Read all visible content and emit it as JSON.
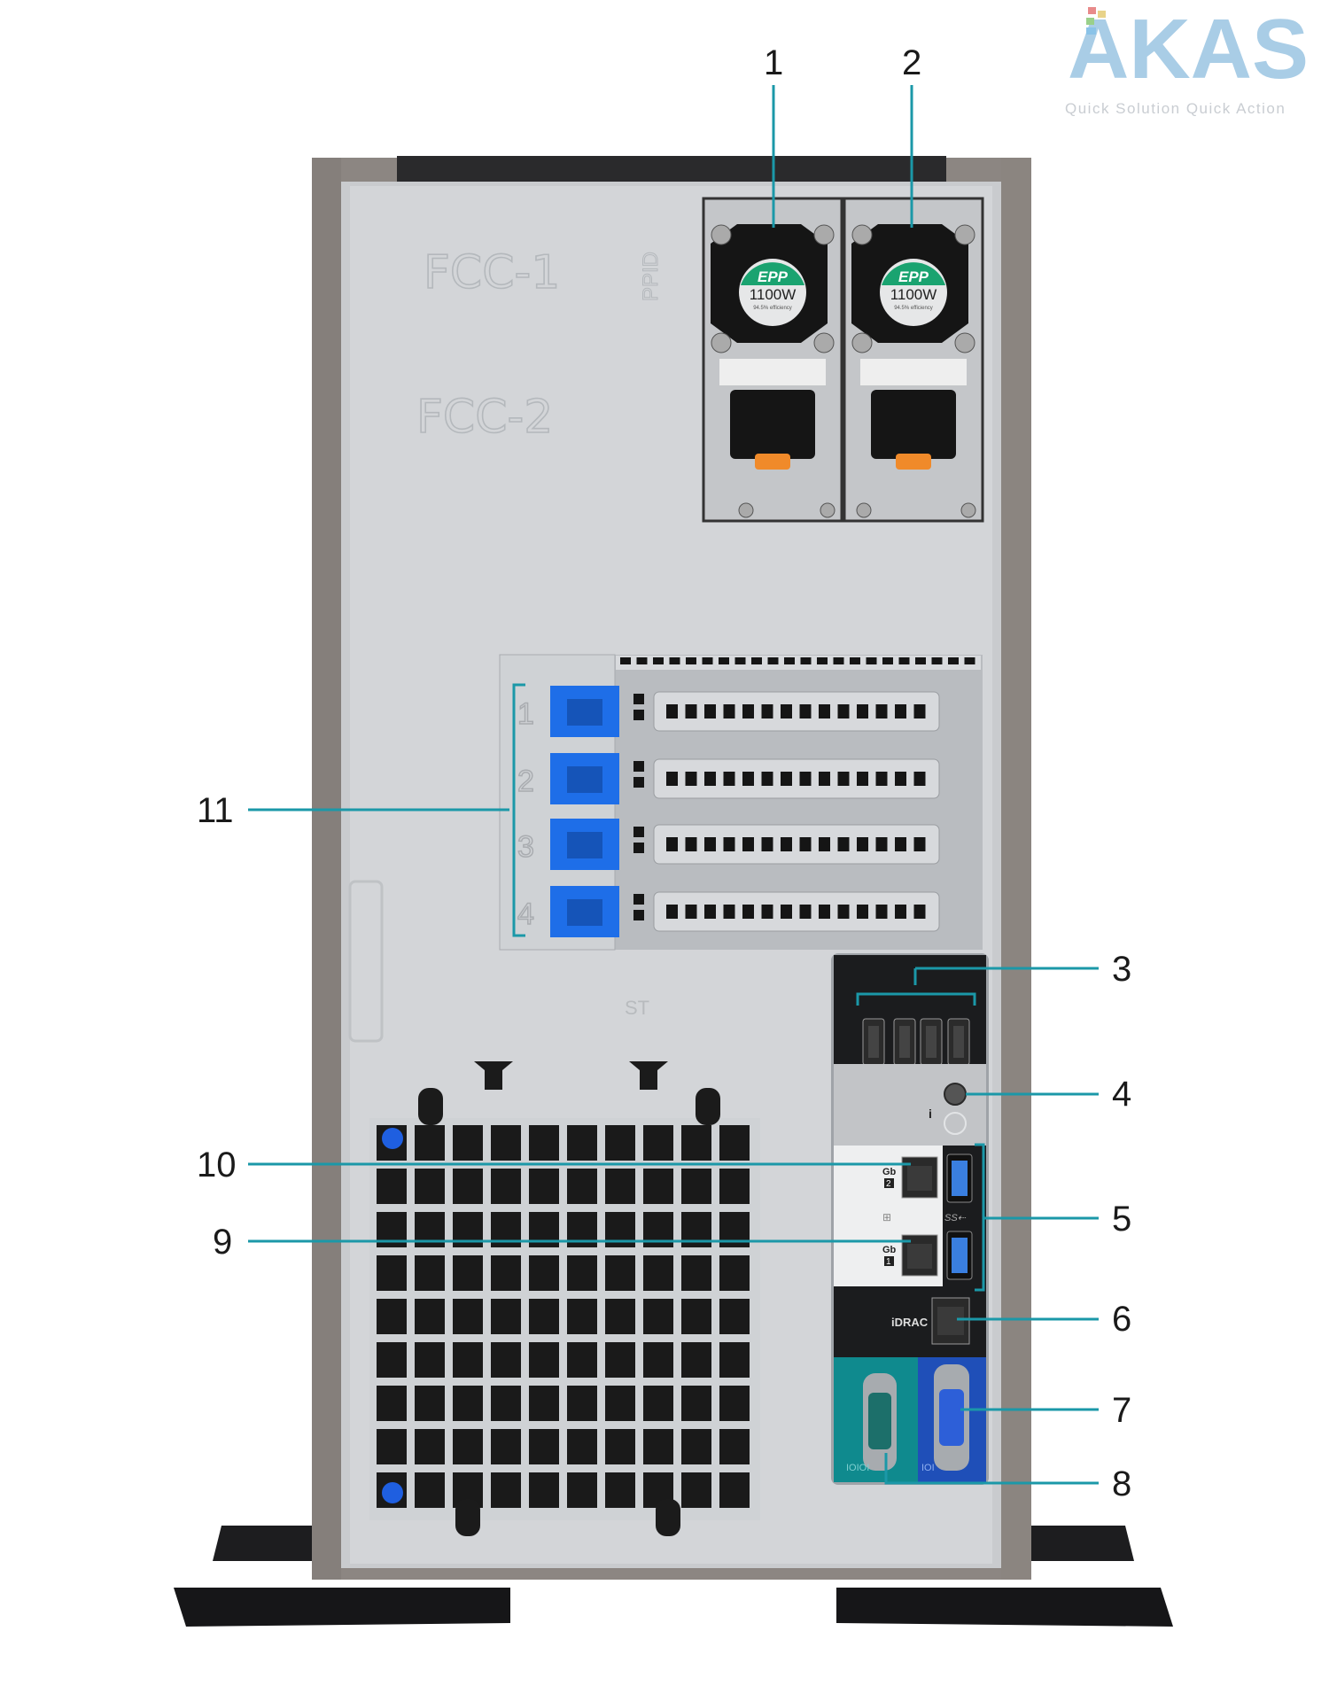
{
  "logo": {
    "text": "AKAS",
    "tagline": "Quick Solution Quick Action",
    "color": "#a9cde6"
  },
  "chassis_labels": {
    "fcc1": "FCC-1",
    "fcc2": "FCC-2",
    "ppid": "PPID",
    "st": "ST"
  },
  "psu": [
    {
      "brand": "EPP",
      "wattage": "1100W",
      "efficiency": "94.5% efficiency"
    },
    {
      "brand": "EPP",
      "wattage": "1100W",
      "efficiency": "94.5% efficiency"
    }
  ],
  "pcie_slots": [
    "1",
    "2",
    "3",
    "4"
  ],
  "io_panel": {
    "nic2_label": "Gb",
    "nic2_num": "2",
    "nic1_label": "Gb",
    "nic1_num": "1",
    "idrac_label": "iDRAC",
    "serial_label": "IOIOI",
    "vga_label": "IOI"
  },
  "callouts": [
    "1",
    "2",
    "3",
    "4",
    "5",
    "6",
    "7",
    "8",
    "9",
    "10",
    "11"
  ],
  "colors": {
    "leader": "#1b98a8",
    "latch": "#1e6ee8",
    "serial": "#0f8a8e",
    "vga": "#1f4fb8",
    "psu_badge": "#1aa370"
  }
}
